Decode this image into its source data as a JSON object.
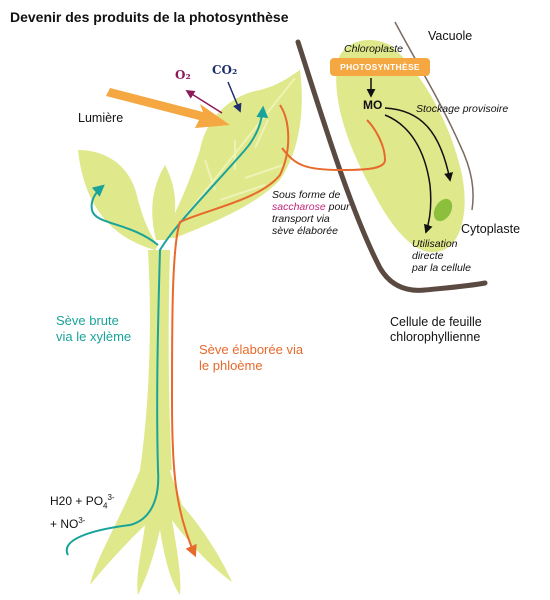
{
  "title": "Devenir des produits de la photosynthèse",
  "labels": {
    "lumiere": "Lumière",
    "o2": "O₂",
    "co2": "CO₂",
    "vacuole": "Vacuole",
    "chloroplaste": "Chloroplaste",
    "photosynthese": "PHOTOSYNTHÈSE",
    "mo": "MO",
    "stockage": "Stockage provisoire",
    "sous_forme_1": "Sous forme de",
    "saccharose": "saccharose",
    "pour": " pour",
    "transport_1": "transport via",
    "transport_2": "sève élaborée",
    "cytoplaste": "Cytoplaste",
    "utilisation_1": "Utilisation",
    "utilisation_2": "directe",
    "utilisation_3": "par la cellule",
    "cellule_1": "Cellule de feuille",
    "cellule_2": "chlorophyllienne",
    "seve_brute_1": "Sève brute",
    "seve_brute_2": "via le xylème",
    "seve_elab_1": "Sève élaborée via",
    "seve_elab_2": "le phloème",
    "mineral_1": "H20 + PO",
    "mineral_1_sub": "4",
    "mineral_1_sup": "3-",
    "mineral_2": "+ NO",
    "mineral_2_sup": "3-"
  },
  "colors": {
    "plant": "#dfe88a",
    "plant_edge": "#eef3b5",
    "xylem": "#1aa39a",
    "phloem": "#e8692c",
    "light": "#f5a742",
    "o2": "#8a1a5a",
    "co2": "#1f2f6e",
    "cell_wall": "#5a4a42",
    "chloroplast_dot": "#8cbf3c"
  }
}
